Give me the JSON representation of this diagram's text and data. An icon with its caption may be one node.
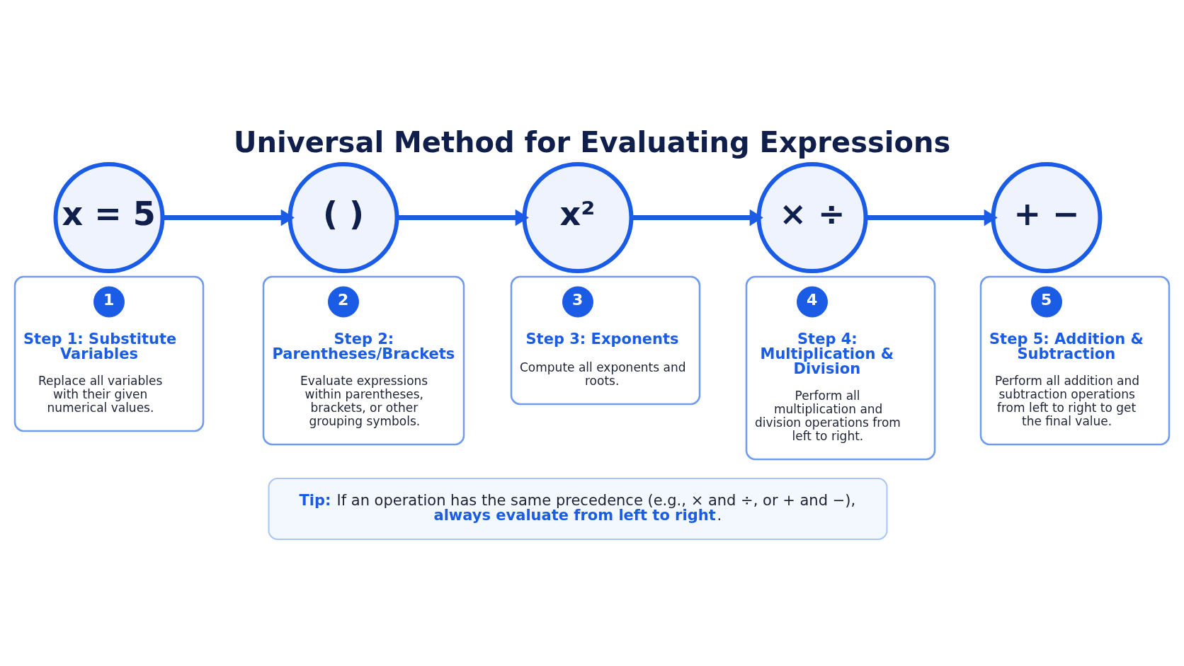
{
  "diagram": {
    "title": "Universal Method for Evaluating Expressions",
    "nodes": [
      {
        "text": [
          "x = 5"
        ]
      },
      {
        "text": [
          "Step 1: Substitute Variables",
          "Replace all variables with their given numerical values."
        ]
      },
      {
        "text": [
          "1"
        ],
        "in": 1
      },
      {
        "text": [
          "( )"
        ]
      },
      {
        "text": [
          "Step 2: Parentheses/Brackets",
          "Evaluate expressions within parentheses, brackets, or other grouping symbols."
        ]
      },
      {
        "text": [
          "2"
        ],
        "in": 4
      },
      {
        "text": [
          "x²"
        ]
      },
      {
        "text": [
          "Step 3: Exponents",
          "Compute all exponents and roots."
        ]
      },
      {
        "text": [
          "3"
        ],
        "in": 7
      },
      {
        "text": [
          "× ÷"
        ]
      },
      {
        "text": [
          "Step 4: Multiplication & Division",
          "Perform all multiplication and division operations from left to right."
        ]
      },
      {
        "text": [
          "4"
        ],
        "in": 10
      },
      {
        "text": [
          "+ −"
        ]
      },
      {
        "text": [
          "Step 5: Addition & Subtraction",
          "Perform all addition and subtraction operations from left to right to get the final value."
        ]
      },
      {
        "text": [
          "5"
        ],
        "in": 13
      },
      {
        "text": [
          "**Tip:** If an operation has the same precedence (e.g., × and ÷, or + and −), **always evaluate from left to right**."
        ]
      }
    ],
    "edges": [
      {
        "from": 0,
        "to": 3,
        "arrow": "to"
      },
      {
        "from": 3,
        "to": 6,
        "arrow": "to"
      },
      {
        "from": 6,
        "to": 9,
        "arrow": "to"
      },
      {
        "from": 9,
        "to": 12,
        "arrow": "to"
      }
    ]
  }
}
